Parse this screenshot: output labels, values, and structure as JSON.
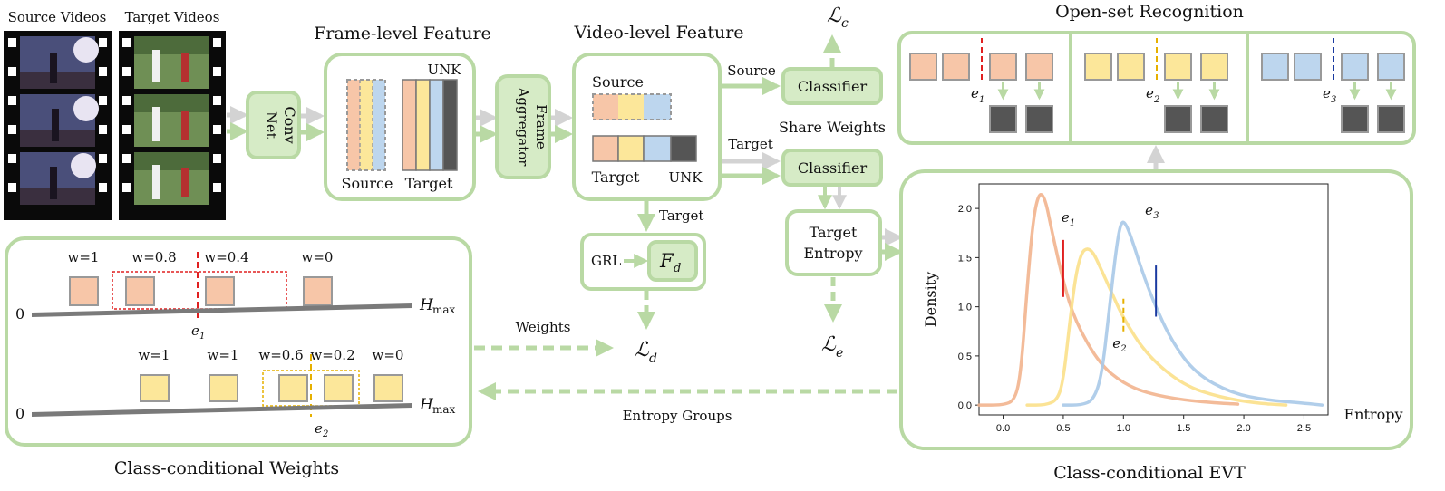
{
  "colors": {
    "green_border": "#b9d9a4",
    "green_fill": "#d6ebc6",
    "arrow_green": "#b9d9a4",
    "arrow_grey": "#d3d3d3",
    "peach": "#f7c6a8",
    "yellow": "#fce79a",
    "blue": "#bdd6ee",
    "dark": "#555555",
    "red": "#e02020",
    "gold": "#e6b000",
    "navy": "#1a3aa0",
    "bar_grey": "#7a7a7a"
  },
  "videos": {
    "source_label": "Source Videos",
    "target_label": "Target Videos"
  },
  "convnet": {
    "label_line1": "Conv",
    "label_line2": "Net"
  },
  "frame_feature": {
    "title": "Frame-level Feature",
    "unk": "UNK",
    "source": "Source",
    "target": "Target"
  },
  "aggregator": {
    "line1": "Frame",
    "line2": "Aggregator"
  },
  "video_feature": {
    "title": "Video-level Feature",
    "source": "Source",
    "target": "Target",
    "unk": "UNK"
  },
  "classifiers": {
    "source_arrow_label": "Source",
    "target_arrow_label": "Target",
    "top": "Classifier",
    "bottom": "Classifier",
    "share": "Share Weights",
    "loss_c": "c"
  },
  "domain": {
    "target_label": "Target",
    "grl": "GRL",
    "fd": "F",
    "fd_sub": "d",
    "loss_d": "d"
  },
  "entropy_box": {
    "line1": "Target",
    "line2": "Entropy",
    "loss_e": "e"
  },
  "openset": {
    "title": "Open-set Recognition",
    "e_labels": [
      "e",
      "e",
      "e"
    ],
    "e_subs": [
      "1",
      "2",
      "3"
    ]
  },
  "weights_panel": {
    "title": "Class-conditional Weights",
    "row1_w": [
      "w=1",
      "w=0.8",
      "w=0.4",
      "w=0"
    ],
    "row2_w": [
      "w=1",
      "w=1",
      "w=0.6",
      "w=0.2",
      "w=0"
    ],
    "zero": "0",
    "hmax": "H",
    "hmax_sub": "max",
    "e1": "e",
    "e1_sub": "1",
    "e2": "e",
    "e2_sub": "2"
  },
  "links": {
    "weights": "Weights",
    "entropy_groups": "Entropy Groups"
  },
  "evt_panel": {
    "title": "Class-conditional EVT",
    "xlabel": "Entropy",
    "ylabel": "Density"
  },
  "chart_data": {
    "type": "line",
    "title": "",
    "xlabel": "Entropy",
    "ylabel": "Density",
    "xlim": [
      -0.2,
      2.7
    ],
    "ylim": [
      -0.1,
      2.25
    ],
    "xticks": [
      "0.0",
      "0.5",
      "1.0",
      "1.5",
      "2.0",
      "2.5"
    ],
    "yticks": [
      "0.0",
      "0.5",
      "1.0",
      "1.5",
      "2.0"
    ],
    "series": [
      {
        "color": "#f2b48e",
        "x": [
          -0.2,
          0.0,
          0.1,
          0.15,
          0.2,
          0.25,
          0.3,
          0.35,
          0.4,
          0.5,
          0.6,
          0.8,
          1.0,
          1.2,
          1.5,
          1.8,
          1.95
        ],
        "y": [
          0.0,
          0.0,
          0.05,
          0.35,
          1.2,
          1.9,
          2.17,
          2.1,
          1.8,
          1.25,
          0.85,
          0.42,
          0.22,
          0.12,
          0.05,
          0.02,
          0.01
        ]
      },
      {
        "color": "#fbe08a",
        "x": [
          0.2,
          0.35,
          0.45,
          0.5,
          0.55,
          0.6,
          0.65,
          0.7,
          0.75,
          0.8,
          0.9,
          1.0,
          1.2,
          1.5,
          1.8,
          2.1,
          2.35
        ],
        "y": [
          0.0,
          0.0,
          0.05,
          0.25,
          0.8,
          1.3,
          1.55,
          1.6,
          1.55,
          1.42,
          1.15,
          0.88,
          0.5,
          0.2,
          0.08,
          0.02,
          0.0
        ]
      },
      {
        "color": "#a9c9e8",
        "x": [
          0.5,
          0.65,
          0.75,
          0.82,
          0.88,
          0.94,
          0.98,
          1.02,
          1.08,
          1.15,
          1.25,
          1.4,
          1.6,
          1.9,
          2.2,
          2.5,
          2.65
        ],
        "y": [
          0.0,
          0.0,
          0.05,
          0.3,
          0.95,
          1.6,
          1.87,
          1.85,
          1.65,
          1.38,
          1.05,
          0.65,
          0.32,
          0.12,
          0.05,
          0.02,
          0.0
        ]
      }
    ],
    "thresholds": [
      {
        "label": "e1",
        "x": 0.5,
        "y0": 1.1,
        "y1": 1.68,
        "color": "#e02020"
      },
      {
        "label": "e2",
        "x": 1.0,
        "y0": 0.75,
        "y1": 1.1,
        "color": "#e6b000"
      },
      {
        "label": "e3",
        "x": 1.27,
        "y0": 0.9,
        "y1": 1.42,
        "color": "#1a3aa0"
      }
    ]
  }
}
